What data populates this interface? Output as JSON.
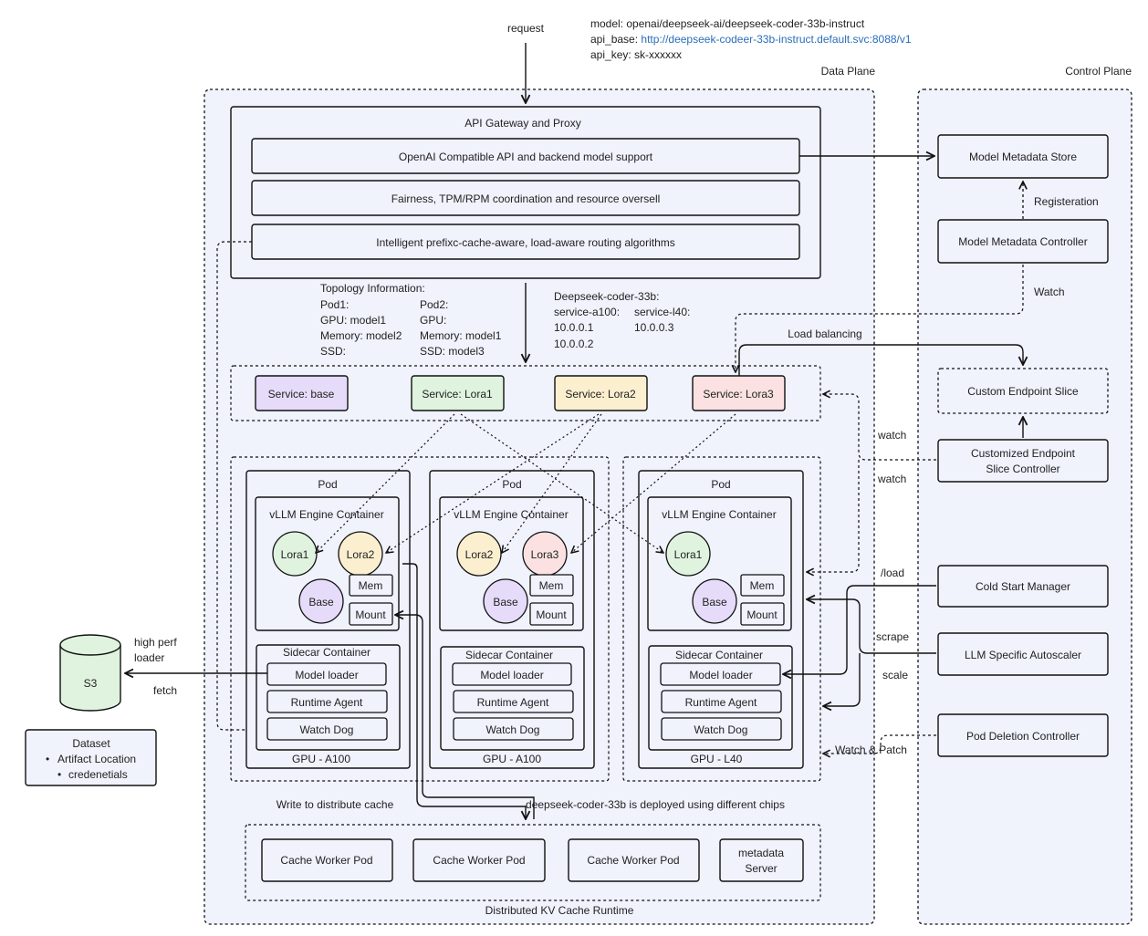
{
  "header": {
    "request": "request",
    "model_line": "model: openai/deepseek-ai/deepseek-coder-33b-instruct",
    "api_base_key": "api_base: ",
    "api_base_url": "http://deepseek-codeer-33b-instruct.default.svc:8088/v1",
    "api_key_line": "api_key: sk-xxxxxx",
    "data_plane": "Data Plane",
    "control_plane": "Control Plane"
  },
  "gateway": {
    "title": "API Gateway and Proxy",
    "row1": "OpenAI Compatible API and backend model support",
    "row2": "Fairness, TPM/RPM coordination and resource oversell",
    "row3": "Intelligent prefixc-cache-aware, load-aware  routing algorithms"
  },
  "topology": {
    "title": "Topology Information:",
    "pod1": [
      "Pod1:",
      "GPU: model1",
      "Memory: model2",
      "SSD:"
    ],
    "pod2": [
      "Pod2:",
      "GPU:",
      "Memory: model1",
      "SSD: model3"
    ]
  },
  "deepseek_info": {
    "title": "Deepseek-coder-33b:",
    "col1": [
      "service-a100:",
      "10.0.0.1",
      "10.0.0.2"
    ],
    "col2": [
      "service-l40:",
      "10.0.0.3"
    ]
  },
  "services": [
    "Service: base",
    "Service: Lora1",
    "Service: Lora2",
    "Service: Lora3"
  ],
  "pods": [
    {
      "pod": "Pod",
      "engine": "vLLM Engine Container",
      "loras": [
        "Lora1",
        "Lora2"
      ],
      "base": "Base",
      "mem": "Mem",
      "mount": "Mount",
      "sidecar": "Sidecar Container",
      "items": [
        "Model loader",
        "Runtime Agent",
        "Watch Dog"
      ],
      "gpu": "GPU - A100"
    },
    {
      "pod": "Pod",
      "engine": "vLLM Engine Container",
      "loras": [
        "Lora2",
        "Lora3"
      ],
      "base": "Base",
      "mem": "Mem",
      "mount": "Mount",
      "sidecar": "Sidecar Container",
      "items": [
        "Model loader",
        "Runtime Agent",
        "Watch Dog"
      ],
      "gpu": "GPU - A100"
    },
    {
      "pod": "Pod",
      "engine": "vLLM Engine Container",
      "loras": [
        "Lora1"
      ],
      "base": "Base",
      "mem": "Mem",
      "mount": "Mount",
      "sidecar": "Sidecar Container",
      "items": [
        "Model loader",
        "Runtime Agent",
        "Watch Dog"
      ],
      "gpu": "GPU - L40"
    }
  ],
  "cache": {
    "write_label": "Write to distribute cache",
    "deployed_label": "deepseek-coder-33b is deployed using different chips",
    "workers": [
      "Cache Worker Pod",
      "Cache Worker Pod",
      "Cache Worker Pod"
    ],
    "metadata": [
      "metadata",
      "Server"
    ],
    "runtime": "Distributed KV Cache Runtime"
  },
  "storage": {
    "s3": "S3",
    "high_perf": [
      "high perf",
      "loader"
    ],
    "fetch": "fetch",
    "dataset_title": "Dataset",
    "dataset_items": [
      "Artifact Location",
      "credenetials"
    ]
  },
  "control": {
    "metadata_store": "Model Metadata Store",
    "registeration": "Registeration",
    "metadata_controller": "Model Metadata Controller",
    "watch": "Watch",
    "load_balancing": "Load balancing",
    "custom_slice": "Custom Endpoint Slice",
    "slice_controller": [
      "Customized Endpoint",
      "Slice Controller"
    ],
    "watch_a": "watch",
    "watch_b": "watch",
    "cold_start": "Cold Start Manager",
    "load": "/load",
    "autoscaler": "LLM Specific Autoscaler",
    "scrape": "scrape",
    "scale": "scale",
    "pod_deletion": "Pod Deletion Controller",
    "watch_patch": "Watch & Patch"
  },
  "colors": {
    "plane_bg": "#f0f2fc",
    "svc_base": "#e6dcfa",
    "svc_lora1": "#dff3df",
    "svc_lora2": "#fbefcf",
    "svc_lora3": "#fbe1e1",
    "link": "#2a6ebb"
  }
}
